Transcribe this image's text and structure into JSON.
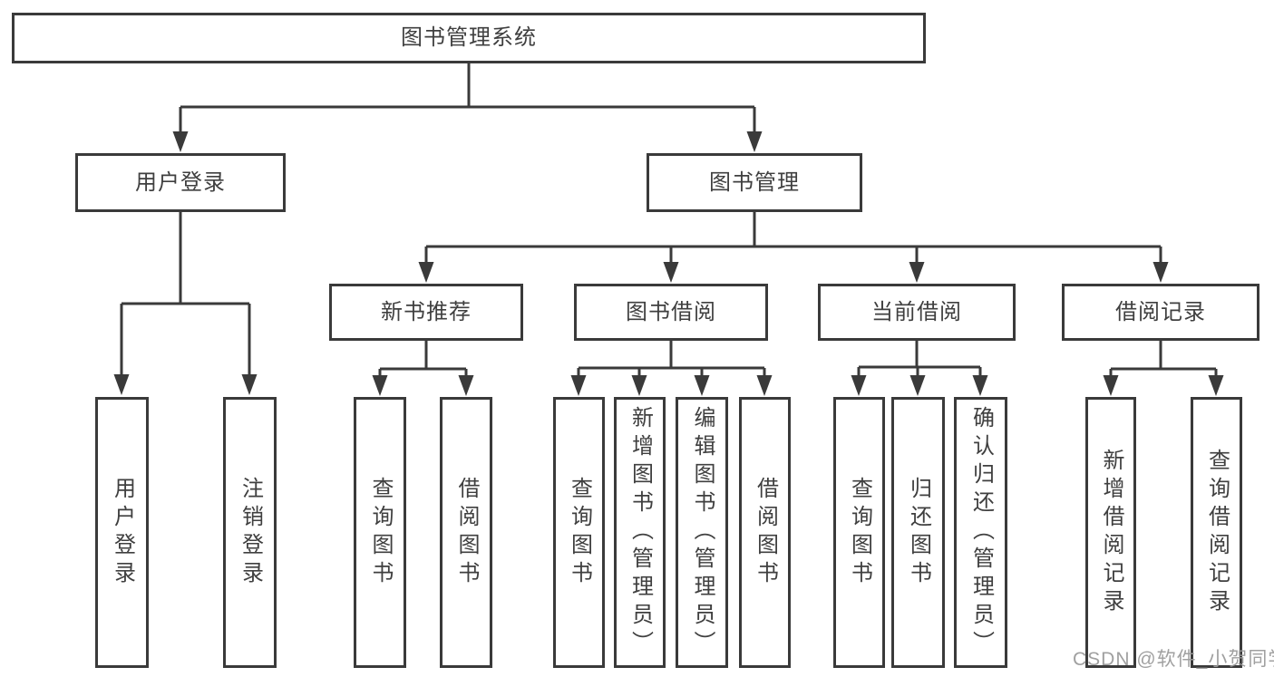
{
  "diagram": {
    "title": "图书管理系统",
    "branches": [
      {
        "label": "用户登录",
        "children": [
          {
            "label": "用户登录"
          },
          {
            "label": "注销登录"
          }
        ]
      },
      {
        "label": "图书管理",
        "children": [
          {
            "label": "新书推荐",
            "children": [
              {
                "label": "查询图书"
              },
              {
                "label": "借阅图书"
              }
            ]
          },
          {
            "label": "图书借阅",
            "children": [
              {
                "label": "查询图书"
              },
              {
                "label": "新增图书（管理员）"
              },
              {
                "label": "编辑图书（管理员）"
              },
              {
                "label": "借阅图书"
              }
            ]
          },
          {
            "label": "当前借阅",
            "children": [
              {
                "label": "查询图书"
              },
              {
                "label": "归还图书"
              },
              {
                "label": "确认归还（管理员）"
              }
            ]
          },
          {
            "label": "借阅记录",
            "children": [
              {
                "label": "新增借阅记录"
              },
              {
                "label": "查询借阅记录"
              }
            ]
          }
        ]
      }
    ]
  },
  "watermark": "CSDN @软件_小贺同学",
  "colors": {
    "line": "#3a3a3a",
    "text": "#3f3f3f",
    "background": "#ffffff",
    "watermark": "#9b9b9b"
  }
}
